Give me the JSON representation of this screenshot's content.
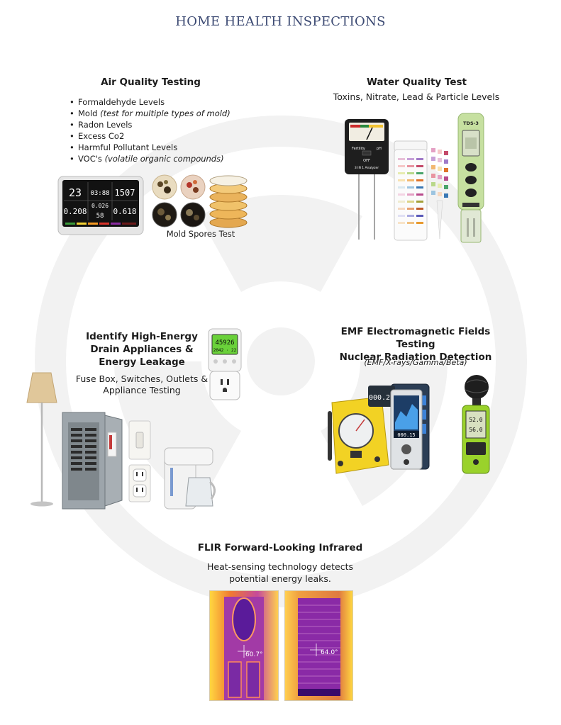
{
  "page": {
    "title": "HOME HEALTH INSPECTIONS"
  },
  "air": {
    "heading": "Air Quality Testing",
    "items": [
      {
        "main": "Formaldehyde Levels",
        "note": ""
      },
      {
        "main": "Mold ",
        "note": "(test for multiple types of mold)"
      },
      {
        "main": "Radon Levels",
        "note": ""
      },
      {
        "main": "Excess Co2",
        "note": ""
      },
      {
        "main": "Harmful Pollutant Levels",
        "note": ""
      },
      {
        "main": "VOC's ",
        "note": "(volatile organic compounds)"
      }
    ],
    "monitor": {
      "r1a": "23",
      "r1b": "03:88",
      "r1c": "1507",
      "r2a": "0.208",
      "r2b": "0.026",
      "r2c": "58",
      "r2d": "0.618"
    },
    "mold_caption": "Mold Spores Test"
  },
  "water": {
    "heading": "Water Quality Test",
    "subheading": "Toxins, Nitrate, Lead & Particle Levels",
    "meter_labels": {
      "left": "Fertility",
      "right": "pH",
      "mid": "OFF",
      "bottom": "3 IN 1 Analyzer"
    },
    "tds_label": "TDS-3"
  },
  "energy": {
    "heading_lines": [
      "Identify High-Energy",
      "Drain Appliances &",
      "Energy Leakage"
    ],
    "sub_lines": [
      "Fuse Box, Switches, Outlets &",
      "Appliance Testing"
    ],
    "meter_reading_top": "45926",
    "meter_reading_bottom": "2042 · 22"
  },
  "emf": {
    "heading_lines": [
      "EMF Electromagnetic Fields Testing",
      "Nuclear Radiation Detection"
    ],
    "note": "(EMF/X-rays/Gamma/Beta)",
    "device_readings": {
      "top": "000.20",
      "mid": "000.15",
      "meter_a": "52.0",
      "meter_b": "56.0"
    }
  },
  "flir": {
    "heading": "FLIR Forward-Looking Infrared",
    "sub_lines": [
      "Heat-sensing technology detects",
      "potential energy leaks."
    ],
    "temps": [
      "60.7°",
      "64.0°"
    ]
  },
  "colors": {
    "title": "#3c4a73",
    "ghost": "#f2f2f2",
    "thermal_hot": "#ffd640",
    "thermal_cold": "#5a1b9a"
  }
}
